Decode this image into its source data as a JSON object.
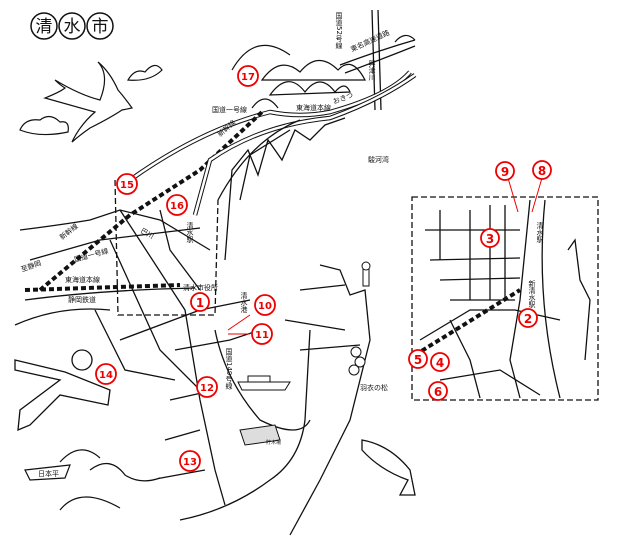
{
  "title": [
    "清",
    "水",
    "市"
  ],
  "labels": {
    "route52": "国道52号線",
    "tomei": "東名高速道路",
    "okitsu_river": "興津川",
    "route1_top": "国道一号線",
    "tokaido_top": "東海道本線",
    "okitsu": "おきつ",
    "shinkansen_top": "新幹線",
    "suruga_bay": "駿河湾",
    "tomoe_river": "巴川",
    "shimizu_station": "清水駅",
    "shinkansen": "新幹線",
    "to_shizuoka": "至静岡",
    "route1": "国道一号線",
    "tokaido": "東海道本線",
    "shizuoka_railway": "静岡鉄道",
    "city_hall": "清水市役所",
    "shimizu_port": "清水港",
    "route149": "国道149号線",
    "hagoromo": "羽衣の松",
    "nihondaira": "日本平",
    "lumber_yard": "貯木場",
    "inset_shimizu_station": "清水駅",
    "inset_shin_shimizu_station": "新清水駅"
  },
  "markers": [
    "1",
    "2",
    "3",
    "4",
    "5",
    "6",
    "8",
    "9",
    "10",
    "11",
    "12",
    "13",
    "14",
    "15",
    "16",
    "17"
  ],
  "colors": {
    "marker": "#e00000",
    "ink": "#111111"
  }
}
